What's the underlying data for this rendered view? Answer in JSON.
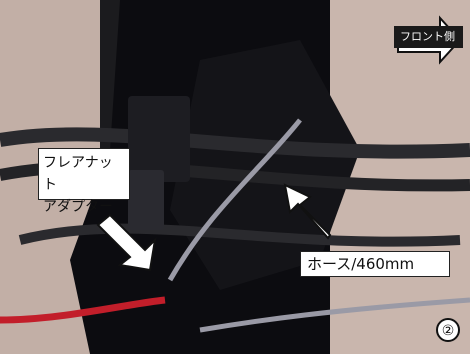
{
  "labels": {
    "adapter": "フレアナット\nアダプター",
    "hose": "ホース/460mm",
    "front": "フロント側",
    "step": "②"
  },
  "colors": {
    "frame_black": "#0c0c10",
    "fork_beige": "#c2afa6",
    "cable": "#2a2a2e",
    "red_cable": "#c21e2a",
    "hose_steel": "#9a9aa6",
    "arrow_white": "#ffffff"
  }
}
